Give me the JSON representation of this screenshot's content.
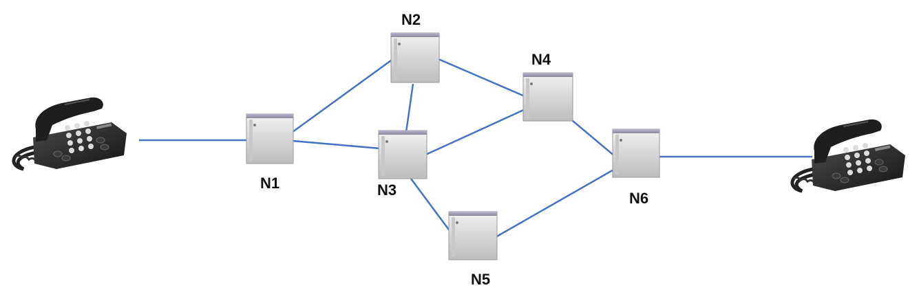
{
  "colors": {
    "link": "#4472C4",
    "phone_body": "#2b2b2b",
    "node_face": "#e6e6e6"
  },
  "phones": [
    {
      "id": "phone-left",
      "icon": "telephone-icon"
    },
    {
      "id": "phone-right",
      "icon": "telephone-icon"
    }
  ],
  "nodes": [
    {
      "id": "N1",
      "label": "N1",
      "icon": "network-node-icon"
    },
    {
      "id": "N2",
      "label": "N2",
      "icon": "network-node-icon"
    },
    {
      "id": "N3",
      "label": "N3",
      "icon": "network-node-icon"
    },
    {
      "id": "N4",
      "label": "N4",
      "icon": "network-node-icon"
    },
    {
      "id": "N5",
      "label": "N5",
      "icon": "network-node-icon"
    },
    {
      "id": "N6",
      "label": "N6",
      "icon": "network-node-icon"
    }
  ],
  "links": [
    {
      "from": "phone-left",
      "to": "N1"
    },
    {
      "from": "N1",
      "to": "N2"
    },
    {
      "from": "N1",
      "to": "N3"
    },
    {
      "from": "N2",
      "to": "N3"
    },
    {
      "from": "N2",
      "to": "N4"
    },
    {
      "from": "N3",
      "to": "N4"
    },
    {
      "from": "N3",
      "to": "N5"
    },
    {
      "from": "N4",
      "to": "N6"
    },
    {
      "from": "N5",
      "to": "N6"
    },
    {
      "from": "N6",
      "to": "phone-right"
    }
  ]
}
